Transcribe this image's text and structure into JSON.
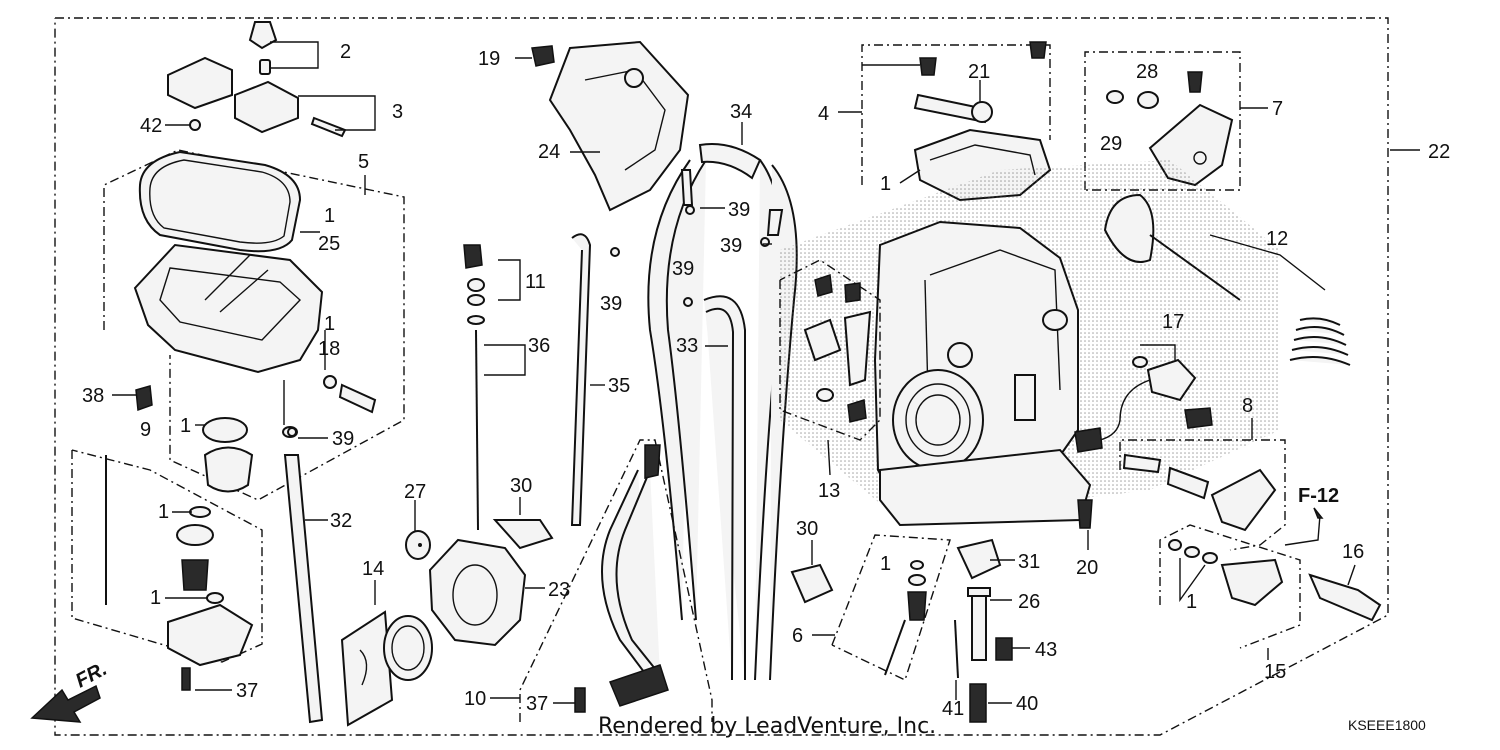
{
  "callouts": [
    {
      "id": "c2",
      "text": "2"
    },
    {
      "id": "c3",
      "text": "3"
    },
    {
      "id": "c42",
      "text": "42"
    },
    {
      "id": "c5",
      "text": "5"
    },
    {
      "id": "c1a",
      "text": "1"
    },
    {
      "id": "c25",
      "text": "25"
    },
    {
      "id": "c1b",
      "text": "1"
    },
    {
      "id": "c18",
      "text": "18"
    },
    {
      "id": "c38",
      "text": "38"
    },
    {
      "id": "c1c",
      "text": "1"
    },
    {
      "id": "c39a",
      "text": "39"
    },
    {
      "id": "c9",
      "text": "9"
    },
    {
      "id": "c1d",
      "text": "1"
    },
    {
      "id": "c1e",
      "text": "1"
    },
    {
      "id": "c37a",
      "text": "37"
    },
    {
      "id": "c32",
      "text": "32"
    },
    {
      "id": "c27",
      "text": "27"
    },
    {
      "id": "c14",
      "text": "14"
    },
    {
      "id": "c23",
      "text": "23"
    },
    {
      "id": "c30a",
      "text": "30"
    },
    {
      "id": "c19",
      "text": "19"
    },
    {
      "id": "c24",
      "text": "24"
    },
    {
      "id": "c11",
      "text": "11"
    },
    {
      "id": "c36",
      "text": "36"
    },
    {
      "id": "c39b",
      "text": "39"
    },
    {
      "id": "c35",
      "text": "35"
    },
    {
      "id": "c34",
      "text": "34"
    },
    {
      "id": "c39c",
      "text": "39"
    },
    {
      "id": "c39d",
      "text": "39"
    },
    {
      "id": "c39e",
      "text": "39"
    },
    {
      "id": "c33",
      "text": "33"
    },
    {
      "id": "c10",
      "text": "10"
    },
    {
      "id": "c37b",
      "text": "37"
    },
    {
      "id": "c4",
      "text": "4"
    },
    {
      "id": "c21",
      "text": "21"
    },
    {
      "id": "c1f",
      "text": "1"
    },
    {
      "id": "c28",
      "text": "28"
    },
    {
      "id": "c29",
      "text": "29"
    },
    {
      "id": "c7",
      "text": "7"
    },
    {
      "id": "c22",
      "text": "22"
    },
    {
      "id": "c12",
      "text": "12"
    },
    {
      "id": "c13",
      "text": "13"
    },
    {
      "id": "c17",
      "text": "17"
    },
    {
      "id": "c8",
      "text": "8"
    },
    {
      "id": "c30b",
      "text": "30"
    },
    {
      "id": "c1g",
      "text": "1"
    },
    {
      "id": "c31",
      "text": "31"
    },
    {
      "id": "c6",
      "text": "6"
    },
    {
      "id": "c26",
      "text": "26"
    },
    {
      "id": "c43",
      "text": "43"
    },
    {
      "id": "c41",
      "text": "41"
    },
    {
      "id": "c40",
      "text": "40"
    },
    {
      "id": "c20",
      "text": "20"
    },
    {
      "id": "c1h",
      "text": "1"
    },
    {
      "id": "c15",
      "text": "15"
    },
    {
      "id": "c16",
      "text": "16"
    }
  ],
  "reference_label": "F-12",
  "front_label": "FR.",
  "credit": "Rendered by LeadVenture, Inc.",
  "diagram_code": "KSEEE1800",
  "colors": {
    "ink": "#111111",
    "paper": "#ffffff",
    "part_fill": "#f4f4f4"
  }
}
